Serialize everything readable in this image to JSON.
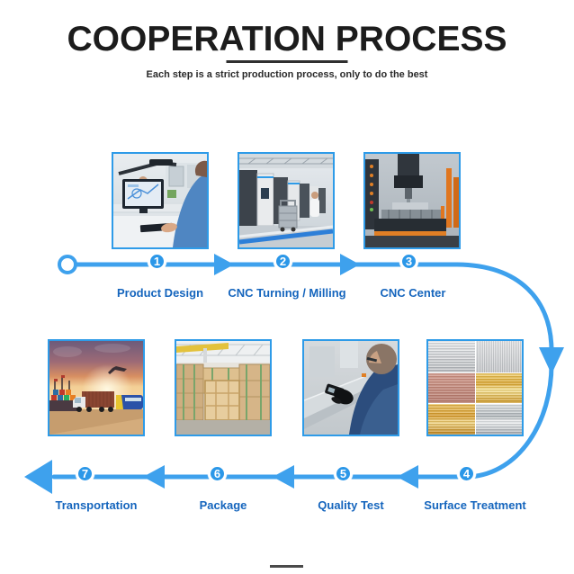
{
  "header": {
    "title": "COOPERATION PROCESS",
    "subtitle": "Each step is a strict production process, only to do the best"
  },
  "colors": {
    "flow_blue": "#3EA1ED",
    "circle_blue": "#2B97E8",
    "label_blue": "#1565BD",
    "title_color": "#1C1C1C",
    "image_border": "#2E9BE8"
  },
  "steps": [
    {
      "number": "1",
      "label": "Product Design",
      "image": "product-design-photo"
    },
    {
      "number": "2",
      "label": "CNC Turning / Milling",
      "image": "cnc-turning-milling-photo"
    },
    {
      "number": "3",
      "label": "CNC Center",
      "image": "cnc-center-photo"
    },
    {
      "number": "4",
      "label": "Surface Treatment",
      "image": "surface-treatment-photo"
    },
    {
      "number": "5",
      "label": "Quality Test",
      "image": "quality-test-photo"
    },
    {
      "number": "6",
      "label": "Package",
      "image": "package-photo"
    },
    {
      "number": "7",
      "label": "Transportation",
      "image": "transportation-photo"
    }
  ]
}
